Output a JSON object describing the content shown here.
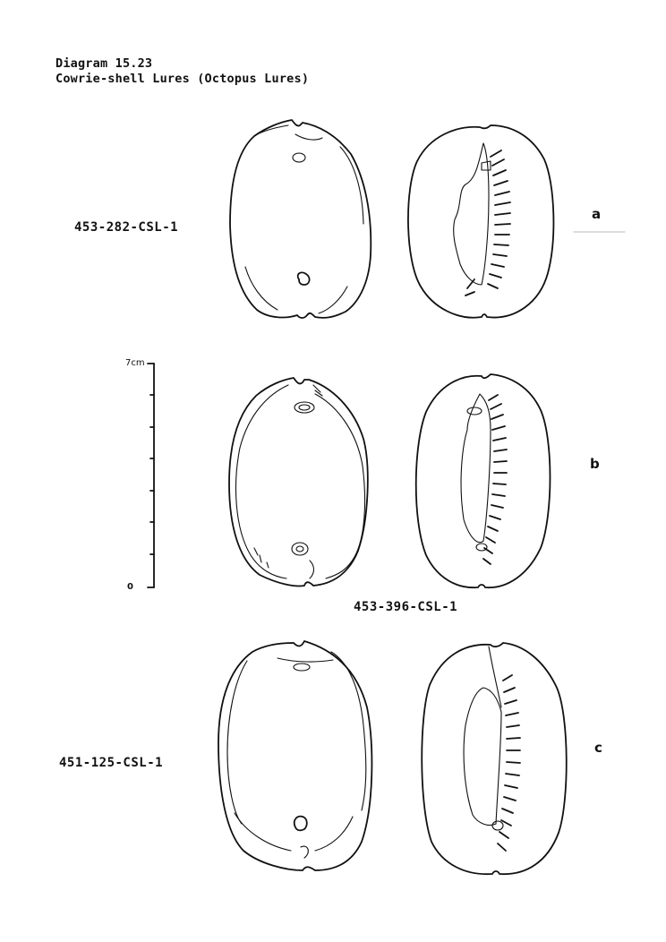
{
  "header": {
    "title": "Diagram 15.23",
    "subtitle": "Cowrie-shell Lures  (Octopus Lures)"
  },
  "specimens": [
    {
      "row": "a",
      "id": "453-282-CSL-1",
      "views": [
        "dorsal",
        "ventral"
      ]
    },
    {
      "row": "b",
      "id": "453-396-CSL-1",
      "views": [
        "dorsal",
        "ventral"
      ]
    },
    {
      "row": "c",
      "id": "451-125-CSL-1",
      "views": [
        "dorsal",
        "ventral"
      ]
    }
  ],
  "scale_bar": {
    "top_label": "7cm",
    "bottom_label": "0",
    "ticks_cm": [
      0,
      1,
      2,
      3,
      4,
      5,
      6,
      7
    ]
  }
}
